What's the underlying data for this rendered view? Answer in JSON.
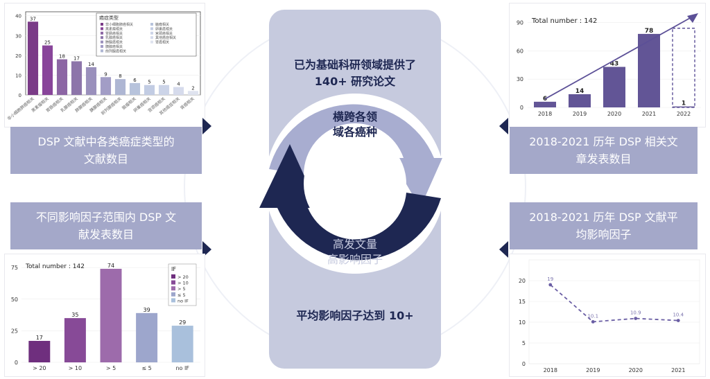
{
  "colors": {
    "dark": "#1e2752",
    "mid": "#6a5ea4",
    "light": "#a8add0",
    "caption_bg": "#a4a8c9",
    "card": "#c6cade"
  },
  "center": {
    "top_text": "已为基础科研领域提供了\n140+ 研究论文",
    "cycle_top": "横跨各领\n域各癌种",
    "cycle_bottom": "高发文量\n高影响因子",
    "bottom_text": "平均影响因子达到 10+"
  },
  "captions": {
    "top_left": "DSP 文献中各类癌症类型的\n文献数目",
    "top_right": "2018-2021 历年 DSP 相关文\n章发表数目",
    "bottom_left": "不同影响因子范围内 DSP 文\n献发表数目",
    "bottom_right": "2018-2021 历年 DSP 文献平\n均影响因子"
  },
  "chart_data": [
    {
      "type": "bar",
      "title": "",
      "legend_title": "癌症类型",
      "categories": [
        "非小细胞肺癌相关",
        "黑素瘤相关",
        "胃肠癌相关",
        "乳腺癌相关",
        "肺腺癌相关",
        "胰腺癌相关",
        "前列腺癌相关",
        "脑瘤相关",
        "卵巢癌相关",
        "宫颈癌相关",
        "其他癌症相关",
        "肾癌相关"
      ],
      "values": [
        37,
        25,
        18,
        17,
        14,
        9,
        8,
        6,
        5,
        5,
        4,
        2
      ],
      "colors": [
        "#7a3b87",
        "#88459a",
        "#8c66a4",
        "#8d75aa",
        "#9a90bc",
        "#a29dc6",
        "#aeb6d3",
        "#b7c3dc",
        "#c2cce3",
        "#ccd4e8",
        "#d6dbec",
        "#dfe3ef"
      ],
      "ylim": [
        0,
        42
      ],
      "yticks": [
        0,
        10,
        20,
        30,
        40
      ]
    },
    {
      "type": "bar",
      "title": "Total number : 142",
      "categories": [
        "2018",
        "2019",
        "2020",
        "2021",
        "2022"
      ],
      "values": [
        6,
        14,
        43,
        78,
        1
      ],
      "ylim": [
        0,
        100
      ],
      "yticks": [
        0,
        30,
        60,
        90
      ]
    },
    {
      "type": "bar",
      "title": "Total number : 142",
      "legend_title": "IF",
      "categories": [
        "> 20",
        "> 10",
        "> 5",
        "≤ 5",
        "no IF"
      ],
      "values": [
        17,
        35,
        74,
        39,
        29
      ],
      "colors": [
        "#6f2f7e",
        "#874a97",
        "#9d6bab",
        "#9da6cc",
        "#a9c0dc"
      ],
      "ylim": [
        0,
        80
      ],
      "yticks": [
        0,
        25,
        50,
        75
      ]
    },
    {
      "type": "line",
      "title": "",
      "x": [
        "2018",
        "2019",
        "2020",
        "2021"
      ],
      "values": [
        19,
        10.1,
        10.9,
        10.4
      ],
      "ylim": [
        0,
        25
      ],
      "yticks": [
        0,
        5,
        10,
        15,
        20
      ]
    }
  ]
}
